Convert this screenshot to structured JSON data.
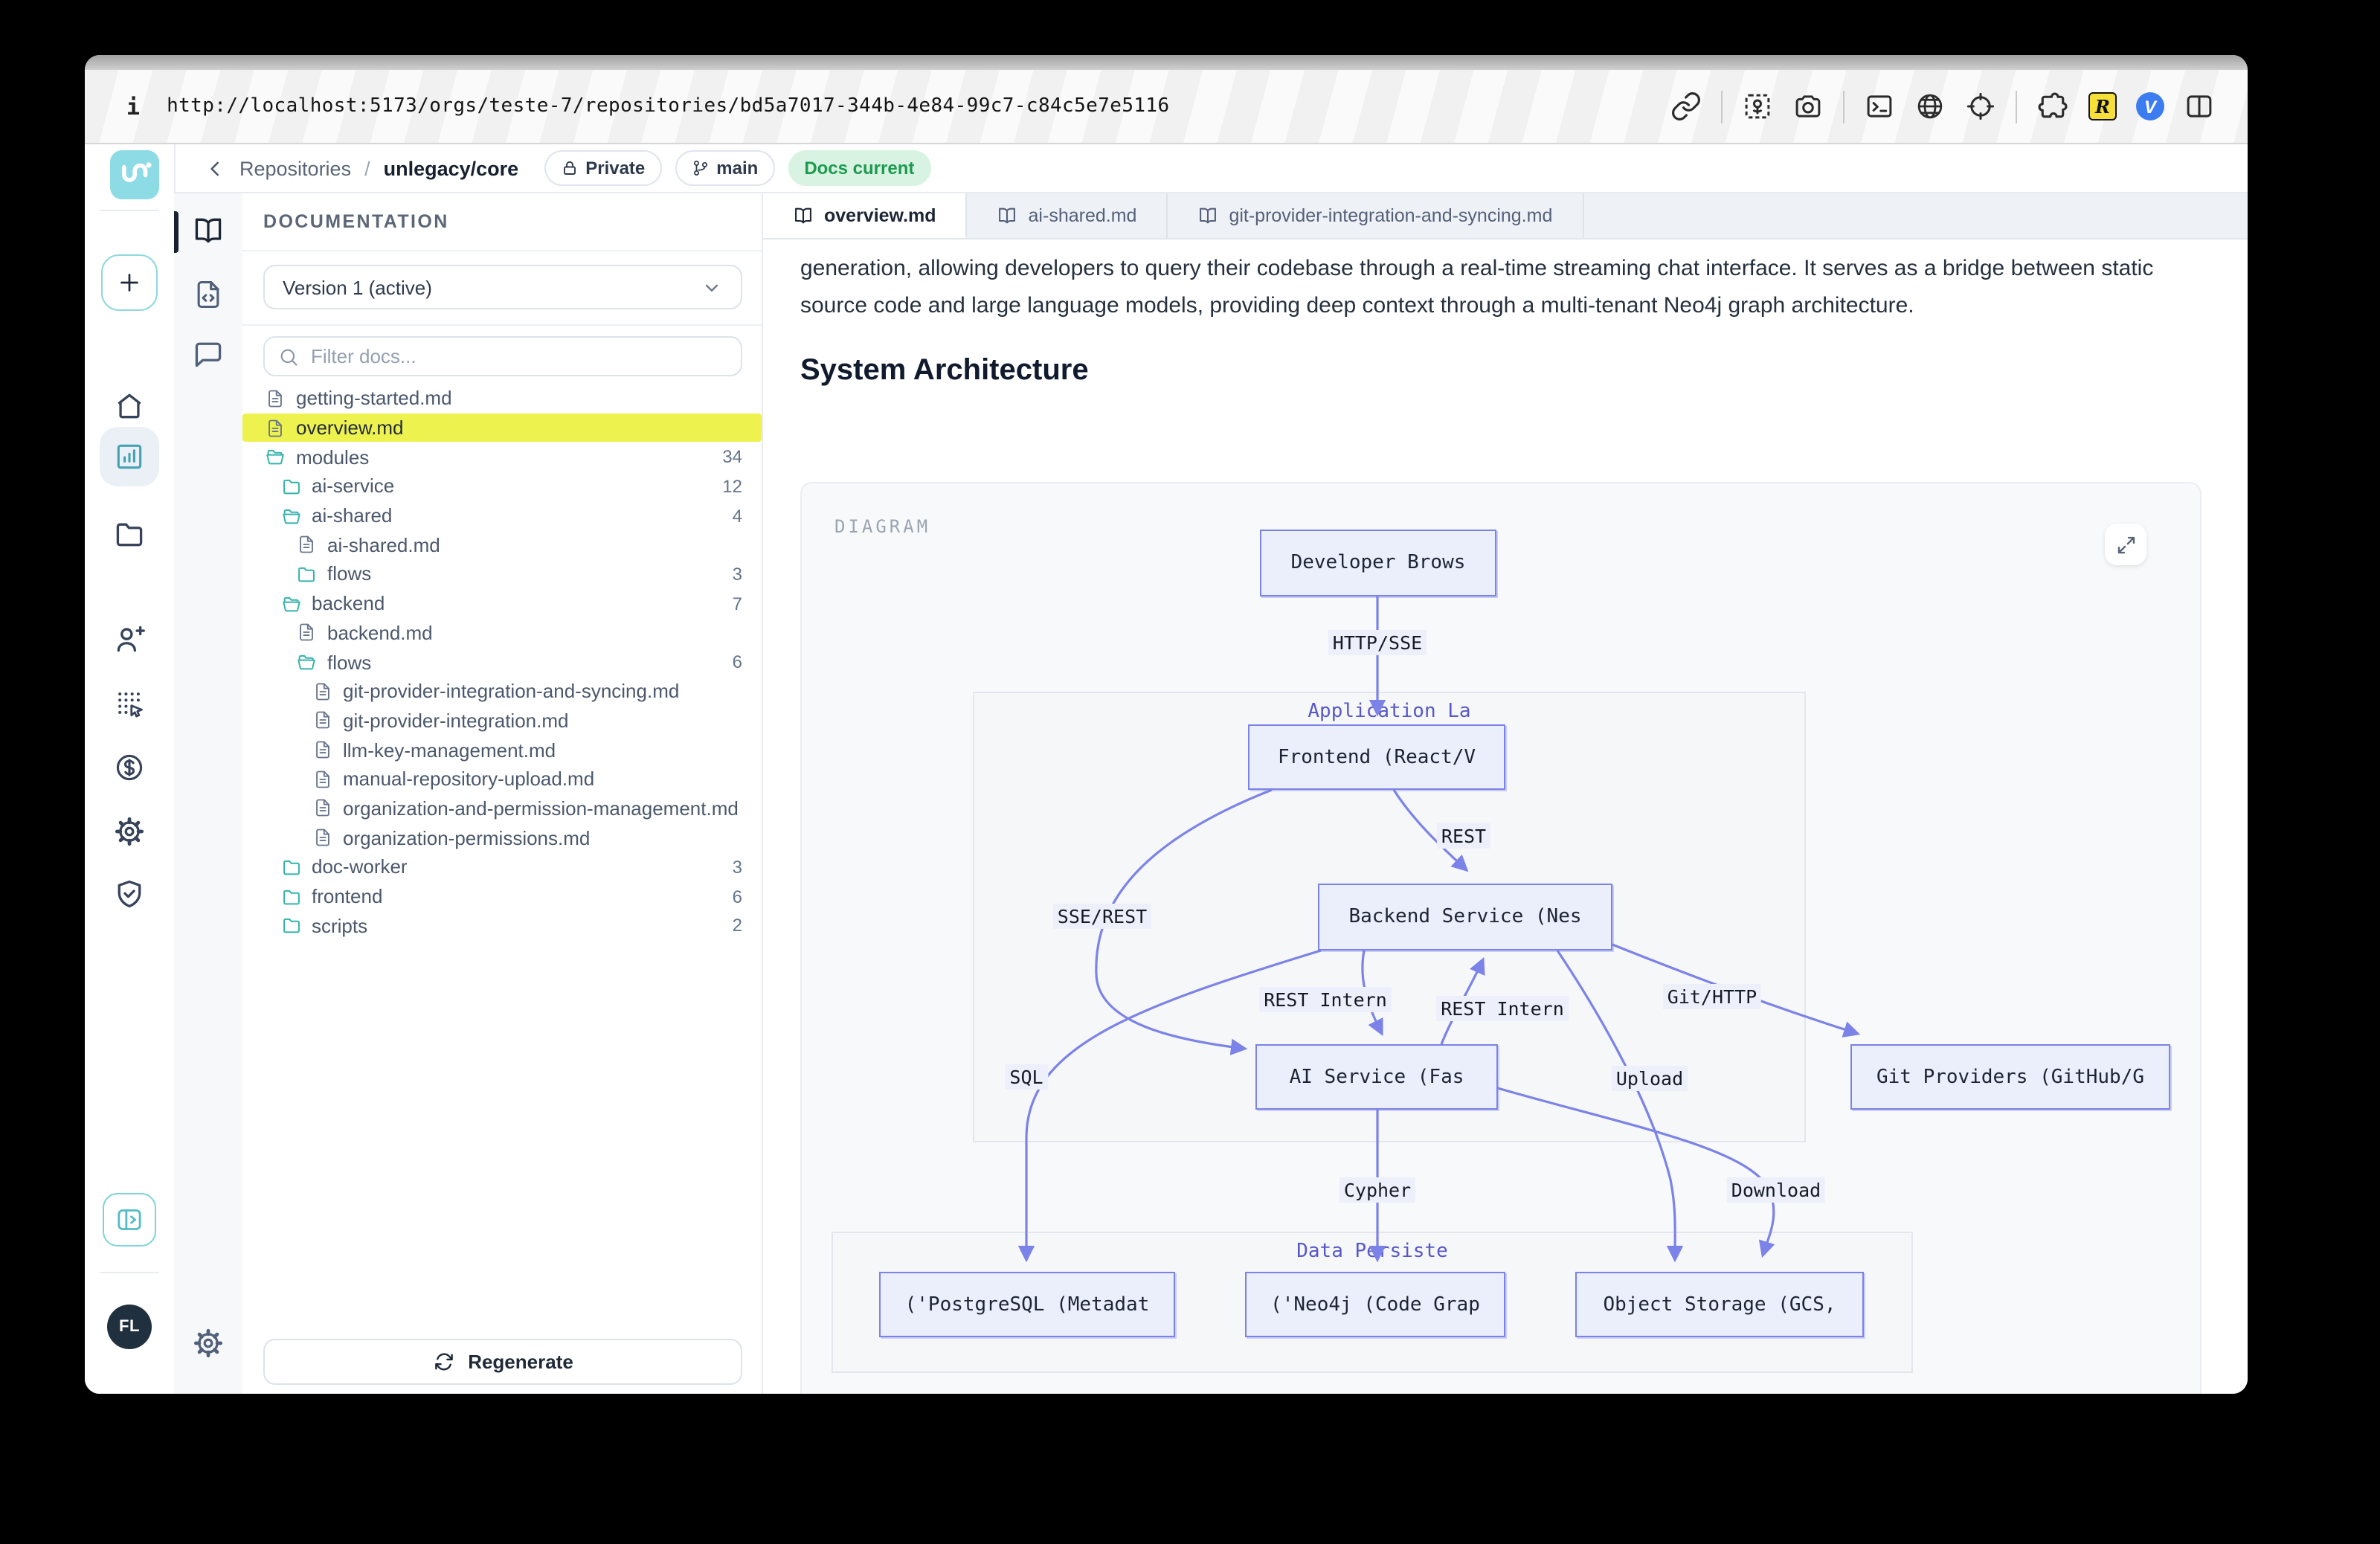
{
  "browser": {
    "url": "http://localhost:5173/orgs/teste-7/repositories/bd5a7017-344b-4e84-99c7-c84c5e7e5116",
    "info_glyph": "i",
    "r_badge": "R",
    "v_badge": "V",
    "toolbar_icons": [
      "link-icon",
      "image-icon",
      "camera-icon",
      "terminal-icon",
      "globe-icon",
      "crosshair-icon",
      "puzzle-icon",
      "r-badge",
      "v-badge",
      "split-view-icon"
    ]
  },
  "header": {
    "breadcrumb_root": "Repositories",
    "separator": "/",
    "repo_name": "unlegacy/core",
    "private_badge": "Private",
    "branch_badge": "main",
    "docs_badge": "Docs current"
  },
  "sidebar": {
    "avatar_initials": "FL",
    "rail_icons": [
      "logo",
      "new-plus",
      "home",
      "analytics",
      "folder",
      "add-user",
      "apps-grid",
      "billing",
      "settings",
      "shield"
    ],
    "docs_rail_icons": [
      "docs-book",
      "file-code",
      "chat",
      "settings"
    ]
  },
  "docs_panel": {
    "title": "DOCUMENTATION",
    "version_select": "Version 1 (active)",
    "filter_placeholder": "Filter docs...",
    "regenerate_label": "Regenerate",
    "tree": [
      {
        "label": "getting-started.md",
        "type": "file",
        "indent": 0
      },
      {
        "label": "overview.md",
        "type": "file",
        "indent": 0,
        "selected": true
      },
      {
        "label": "modules",
        "type": "folder-open",
        "indent": 0,
        "count": "34"
      },
      {
        "label": "ai-service",
        "type": "folder",
        "indent": 1,
        "count": "12"
      },
      {
        "label": "ai-shared",
        "type": "folder-open",
        "indent": 1,
        "count": "4"
      },
      {
        "label": "ai-shared.md",
        "type": "file",
        "indent": 2
      },
      {
        "label": "flows",
        "type": "folder",
        "indent": 2,
        "count": "3"
      },
      {
        "label": "backend",
        "type": "folder-open",
        "indent": 1,
        "count": "7"
      },
      {
        "label": "backend.md",
        "type": "file",
        "indent": 2
      },
      {
        "label": "flows",
        "type": "folder-open",
        "indent": 2,
        "count": "6"
      },
      {
        "label": "git-provider-integration-and-syncing.md",
        "type": "file",
        "indent": 3
      },
      {
        "label": "git-provider-integration.md",
        "type": "file",
        "indent": 3
      },
      {
        "label": "llm-key-management.md",
        "type": "file",
        "indent": 3
      },
      {
        "label": "manual-repository-upload.md",
        "type": "file",
        "indent": 3
      },
      {
        "label": "organization-and-permission-management.md",
        "type": "file",
        "indent": 3
      },
      {
        "label": "organization-permissions.md",
        "type": "file",
        "indent": 3
      },
      {
        "label": "doc-worker",
        "type": "folder",
        "indent": 1,
        "count": "3"
      },
      {
        "label": "frontend",
        "type": "folder",
        "indent": 1,
        "count": "6"
      },
      {
        "label": "scripts",
        "type": "folder",
        "indent": 1,
        "count": "2"
      }
    ]
  },
  "tabs": [
    {
      "label": "overview.md",
      "active": true
    },
    {
      "label": "ai-shared.md",
      "active": false
    },
    {
      "label": "git-provider-integration-and-syncing.md",
      "active": false
    }
  ],
  "content": {
    "paragraph": "generation, allowing developers to query their codebase through a real-time streaming chat interface. It serves as a bridge between static source code and large language models, providing deep context through a multi-tenant Neo4j graph architecture.",
    "heading": "System Architecture"
  },
  "diagram": {
    "panel_label": "DIAGRAM",
    "containers": {
      "app_layer": "Application La",
      "data_layer": "Data Persiste"
    },
    "nodes": {
      "developer_browser": "Developer Brows",
      "frontend": "Frontend (React/V",
      "backend": "Backend Service (Nes",
      "ai_service": "AI Service (Fas",
      "git_providers": "Git Providers (GitHub/G",
      "postgresql": "('PostgreSQL (Metadat",
      "neo4j": "('Neo4j (Code Grap",
      "object_storage": "Object Storage (GCS,"
    },
    "edge_labels": {
      "http_sse": "HTTP/SSE",
      "rest": "REST",
      "sse_rest": "SSE/REST",
      "rest_internal_1": "REST Intern",
      "rest_internal_2": "REST Intern",
      "git_http": "Git/HTTP",
      "sql": "SQL",
      "upload": "Upload",
      "cypher": "Cypher",
      "download": "Download"
    }
  }
}
